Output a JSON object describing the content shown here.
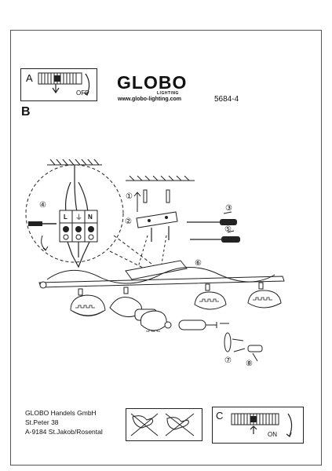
{
  "panel_a": {
    "letter": "A",
    "switch_label": "OFF"
  },
  "panel_c": {
    "letter": "C",
    "switch_label": "ON"
  },
  "brand": {
    "name": "GLOBO",
    "sub": "LIGHTING",
    "website": "www.globo-lighting.com"
  },
  "model_number": "5684-4",
  "section_b": "B",
  "terminal_labels": [
    "L",
    "⏚",
    "N"
  ],
  "step_numbers": [
    "①",
    "②",
    "③",
    "④",
    "⑤",
    "⑥",
    "⑦",
    "⑧"
  ],
  "company": {
    "name": "GLOBO Handels GmbH",
    "street": "St.Peter 38",
    "city": "A-9184 St.Jakob/Rosental"
  }
}
